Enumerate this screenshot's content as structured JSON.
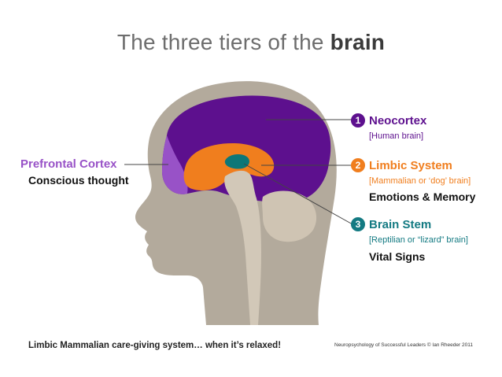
{
  "title": {
    "prefix": "The three tiers of the ",
    "emphasis": "brain"
  },
  "colors": {
    "head": "#b3aa9c",
    "neocortex": "#5d108e",
    "prefrontal": "#9852c7",
    "limbic": "#f07e1e",
    "stem_core": "#0d7778",
    "brainstem": "#d2c8b8",
    "cerebellum": "#cfc4b3",
    "teal_label": "#137a82"
  },
  "left_label": {
    "heading": "Prefrontal Cortex",
    "description": "Conscious thought"
  },
  "tiers": [
    {
      "number": "1",
      "name": "Neocortex",
      "note": "[Human brain]",
      "description": ""
    },
    {
      "number": "2",
      "name": "Limbic System",
      "note": "[Mammalian or ‘dog’ brain]",
      "description": "Emotions & Memory"
    },
    {
      "number": "3",
      "name": "Brain Stem",
      "note": "[Reptilian or “lizard” brain]",
      "description": "Vital Signs"
    }
  ],
  "footer": {
    "caption": "Limbic Mammalian care-giving system… when it’s relaxed!",
    "credit": "Neuropsychology of Successful Leaders © Ian Rheeder 2011"
  }
}
